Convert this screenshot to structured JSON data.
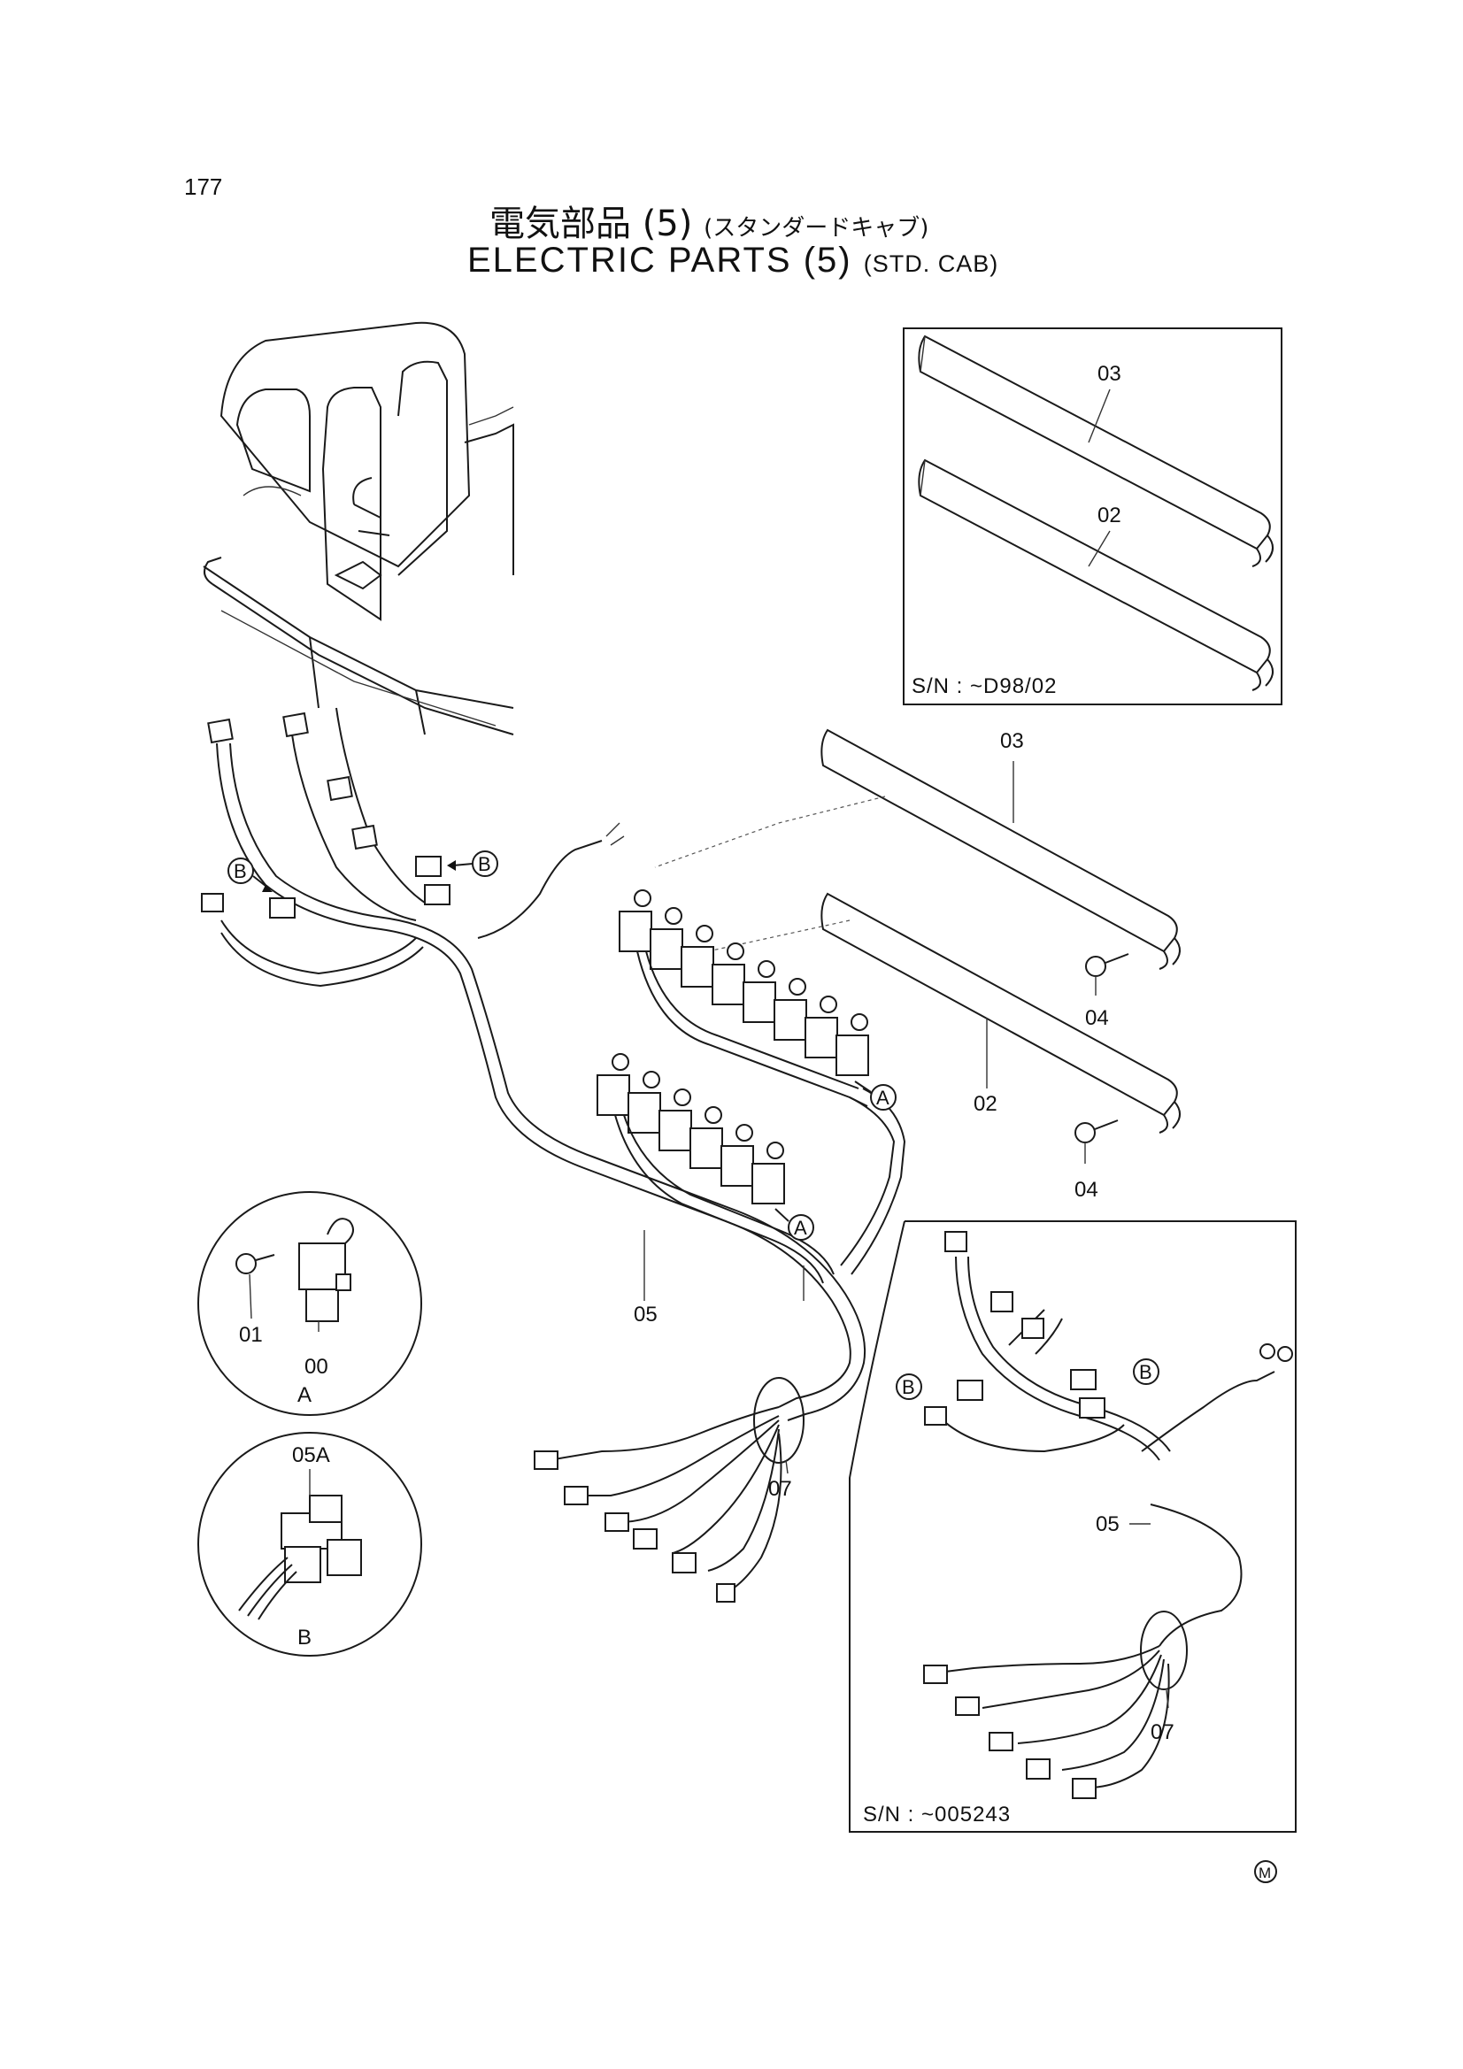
{
  "page_number": "177",
  "title": {
    "jp_main": "電気部品 (5)",
    "jp_sub": "(スタンダードキャブ)",
    "en_main": "ELECTRIC PARTS (5)",
    "en_sub": "(STD. CAB)"
  },
  "inset_top": {
    "serial": "S/N : ~D98/02",
    "labels": [
      "03",
      "02"
    ]
  },
  "inset_bottom": {
    "serial": "S/N : ~005243",
    "labels": [
      "05",
      "07"
    ]
  },
  "main_labels": {
    "bracket_upper": "03",
    "bracket_lower": "02",
    "bolt_upper": "04",
    "bolt_lower": "04",
    "harness": "05",
    "band": "07"
  },
  "detail_a": {
    "caption": "A",
    "labels": [
      "01",
      "00"
    ]
  },
  "detail_b": {
    "caption": "B",
    "labels": [
      "05A"
    ]
  },
  "callouts": {
    "a": "A",
    "b": "B"
  },
  "mark": "M"
}
